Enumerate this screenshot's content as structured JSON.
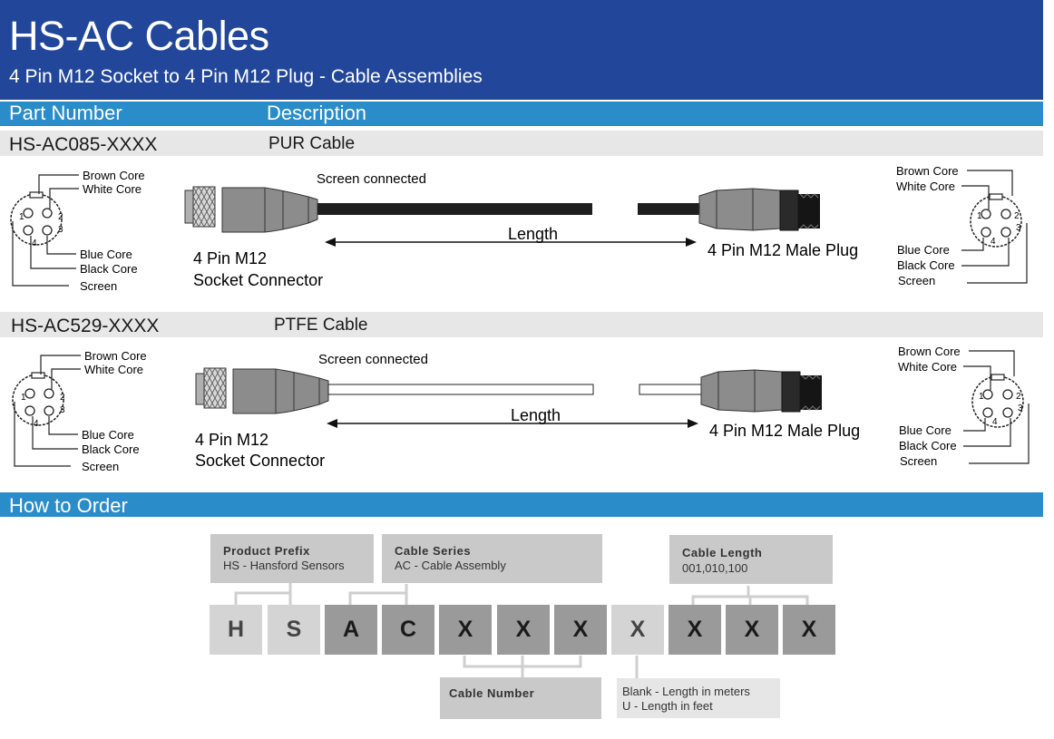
{
  "header": {
    "title": "HS-AC Cables",
    "subtitle": "4 Pin M12 Socket to 4 Pin M12 Plug - Cable Assemblies"
  },
  "columns": {
    "part_number": "Part Number",
    "description": "Description"
  },
  "products": [
    {
      "part_number": "HS-AC085-XXXX",
      "description": "PUR Cable"
    },
    {
      "part_number": "HS-AC529-XXXX",
      "description": "PTFE Cable"
    }
  ],
  "diagram": {
    "left_labels": {
      "brown": "Brown Core",
      "white": "White Core",
      "blue": "Blue Core",
      "black": "Black Core",
      "screen": "Screen"
    },
    "right_labels": {
      "brown": "Brown Core",
      "white": "White Core",
      "blue": "Blue Core",
      "black": "Black Core",
      "screen": "Screen"
    },
    "screen_connected": "Screen connected",
    "length": "Length",
    "socket_line1": "4 Pin M12",
    "socket_line2": "Socket Connector",
    "plug": "4 Pin M12 Male Plug",
    "pins": [
      "1",
      "2",
      "3",
      "4"
    ]
  },
  "how_to_order": {
    "heading": "How to Order",
    "product_prefix": {
      "title": "Product Prefix",
      "text": "HS - Hansford Sensors"
    },
    "cable_series": {
      "title": "Cable Series",
      "text": "AC - Cable Assembly"
    },
    "cable_length": {
      "title": "Cable Length",
      "text": "001,010,100"
    },
    "cable_number": {
      "title": "Cable Number"
    },
    "unit": {
      "line1": "Blank - Length in meters",
      "line2": "U - Length in feet"
    },
    "letters": [
      "H",
      "S",
      "A",
      "C",
      "X",
      "X",
      "X",
      "X",
      "X",
      "X",
      "X"
    ]
  },
  "colors": {
    "header_bg": "#22479a",
    "bar_bg": "#2a8cc9",
    "row_bg": "#e7e7e7",
    "box_bg": "#c9c9c9",
    "connector": "#8c8c8c"
  }
}
